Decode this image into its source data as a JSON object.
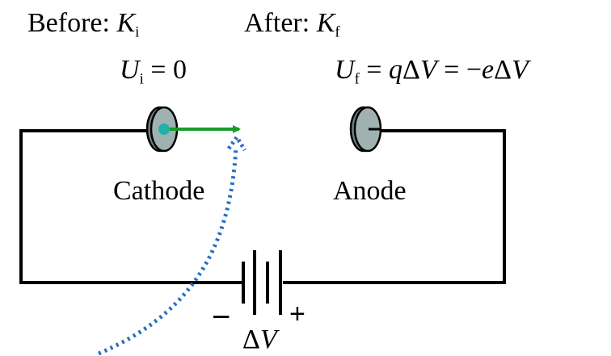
{
  "before": {
    "prefix": "Before:",
    "kinetic_symbol": "K",
    "kinetic_sub": "i",
    "potential_symbol": "U",
    "potential_sub": "i",
    "potential_rhs": "= 0"
  },
  "after": {
    "prefix": "After:",
    "kinetic_symbol": "K",
    "kinetic_sub": "f",
    "potential_symbol": "U",
    "potential_sub": "f",
    "eq1": "=",
    "q": "q",
    "delta1": "Δ",
    "v1": "V",
    "eq2": "= −",
    "e": "e",
    "delta2": "Δ",
    "v2": "V"
  },
  "electrodes": {
    "cathode": "Cathode",
    "anode": "Anode"
  },
  "battery": {
    "minus": "−",
    "plus": "+",
    "delta": "Δ",
    "v": "V"
  },
  "colors": {
    "wire": "#000000",
    "electrode_fill": "#9fb1b1",
    "electron": "#20b2aa",
    "velocity_arrow": "#1a9a2a",
    "pointer": "#2870c0"
  }
}
